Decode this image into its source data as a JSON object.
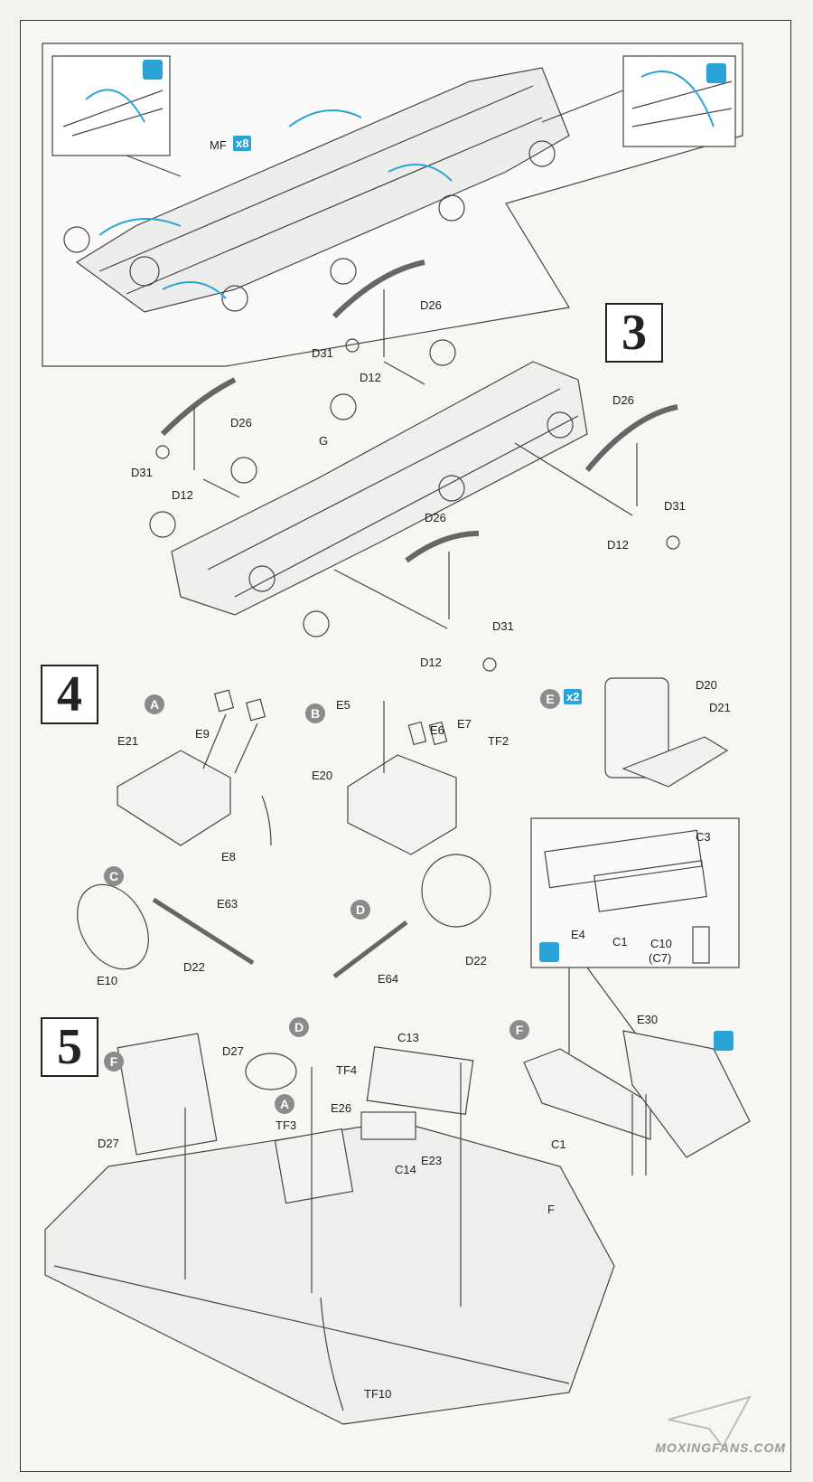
{
  "step_numbers": {
    "s3": "3",
    "s4": "4",
    "s5": "5"
  },
  "step3": {
    "mf_label": "MF",
    "mf_qty": "x8",
    "labels": [
      "D26",
      "D31",
      "D12",
      "D26",
      "G",
      "D31",
      "D12",
      "D26",
      "D12",
      "D31",
      "D26",
      "D31",
      "D12"
    ]
  },
  "step4": {
    "subassemblies": [
      "A",
      "B",
      "C",
      "D",
      "E"
    ],
    "e_qty": "x2",
    "A": {
      "parts": [
        "E9",
        "E21",
        "E8"
      ]
    },
    "B": {
      "parts": [
        "E5",
        "E6",
        "E7",
        "TF2",
        "E20"
      ]
    },
    "E": {
      "parts": [
        "D20",
        "D21"
      ]
    },
    "C": {
      "parts": [
        "E63",
        "E10",
        "D22"
      ]
    },
    "D": {
      "parts": [
        "D22",
        "E64"
      ]
    },
    "F_detail": {
      "parts": [
        "C3",
        "E4",
        "C1",
        "C10",
        "(C7)"
      ]
    }
  },
  "step5": {
    "circle_labels": [
      "F",
      "D",
      "A",
      "F"
    ],
    "labels": [
      "D27",
      "TF4",
      "C13",
      "E30",
      "TF3",
      "E26",
      "D27",
      "C14",
      "E23",
      "C1",
      "F",
      "TF10"
    ]
  },
  "watermark": "MOXINGFANS.COM",
  "colors": {
    "accent_blue": "#2aa3d8",
    "circle_grey": "#8b8b8b"
  }
}
